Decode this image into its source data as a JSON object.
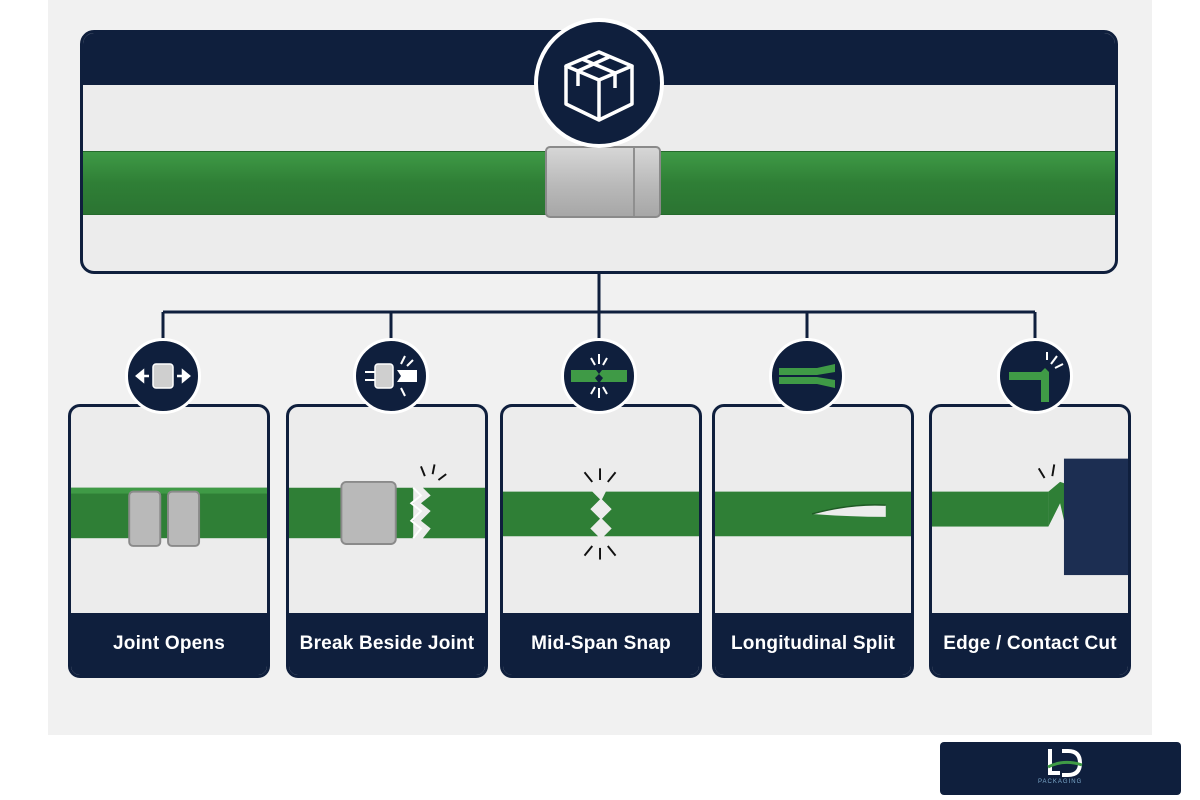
{
  "colors": {
    "navy": "#0f1f3d",
    "strap_green": "#2f7f36",
    "seal_steel": "#b9b9b9",
    "panel_bg": "#ececec"
  },
  "hero": {
    "icon": "package-box-icon"
  },
  "failure_modes": [
    {
      "label": "Joint Opens",
      "icon": "seal-opening-arrows-icon"
    },
    {
      "label": "Break Beside Joint",
      "icon": "break-beside-seal-icon"
    },
    {
      "label": "Mid-Span Snap",
      "icon": "mid-span-snap-icon"
    },
    {
      "label": "Longitudinal Split",
      "icon": "longitudinal-split-icon"
    },
    {
      "label": "Edge / Contact Cut",
      "icon": "edge-cut-icon"
    }
  ],
  "logo": {
    "text": "PACKAGING"
  }
}
